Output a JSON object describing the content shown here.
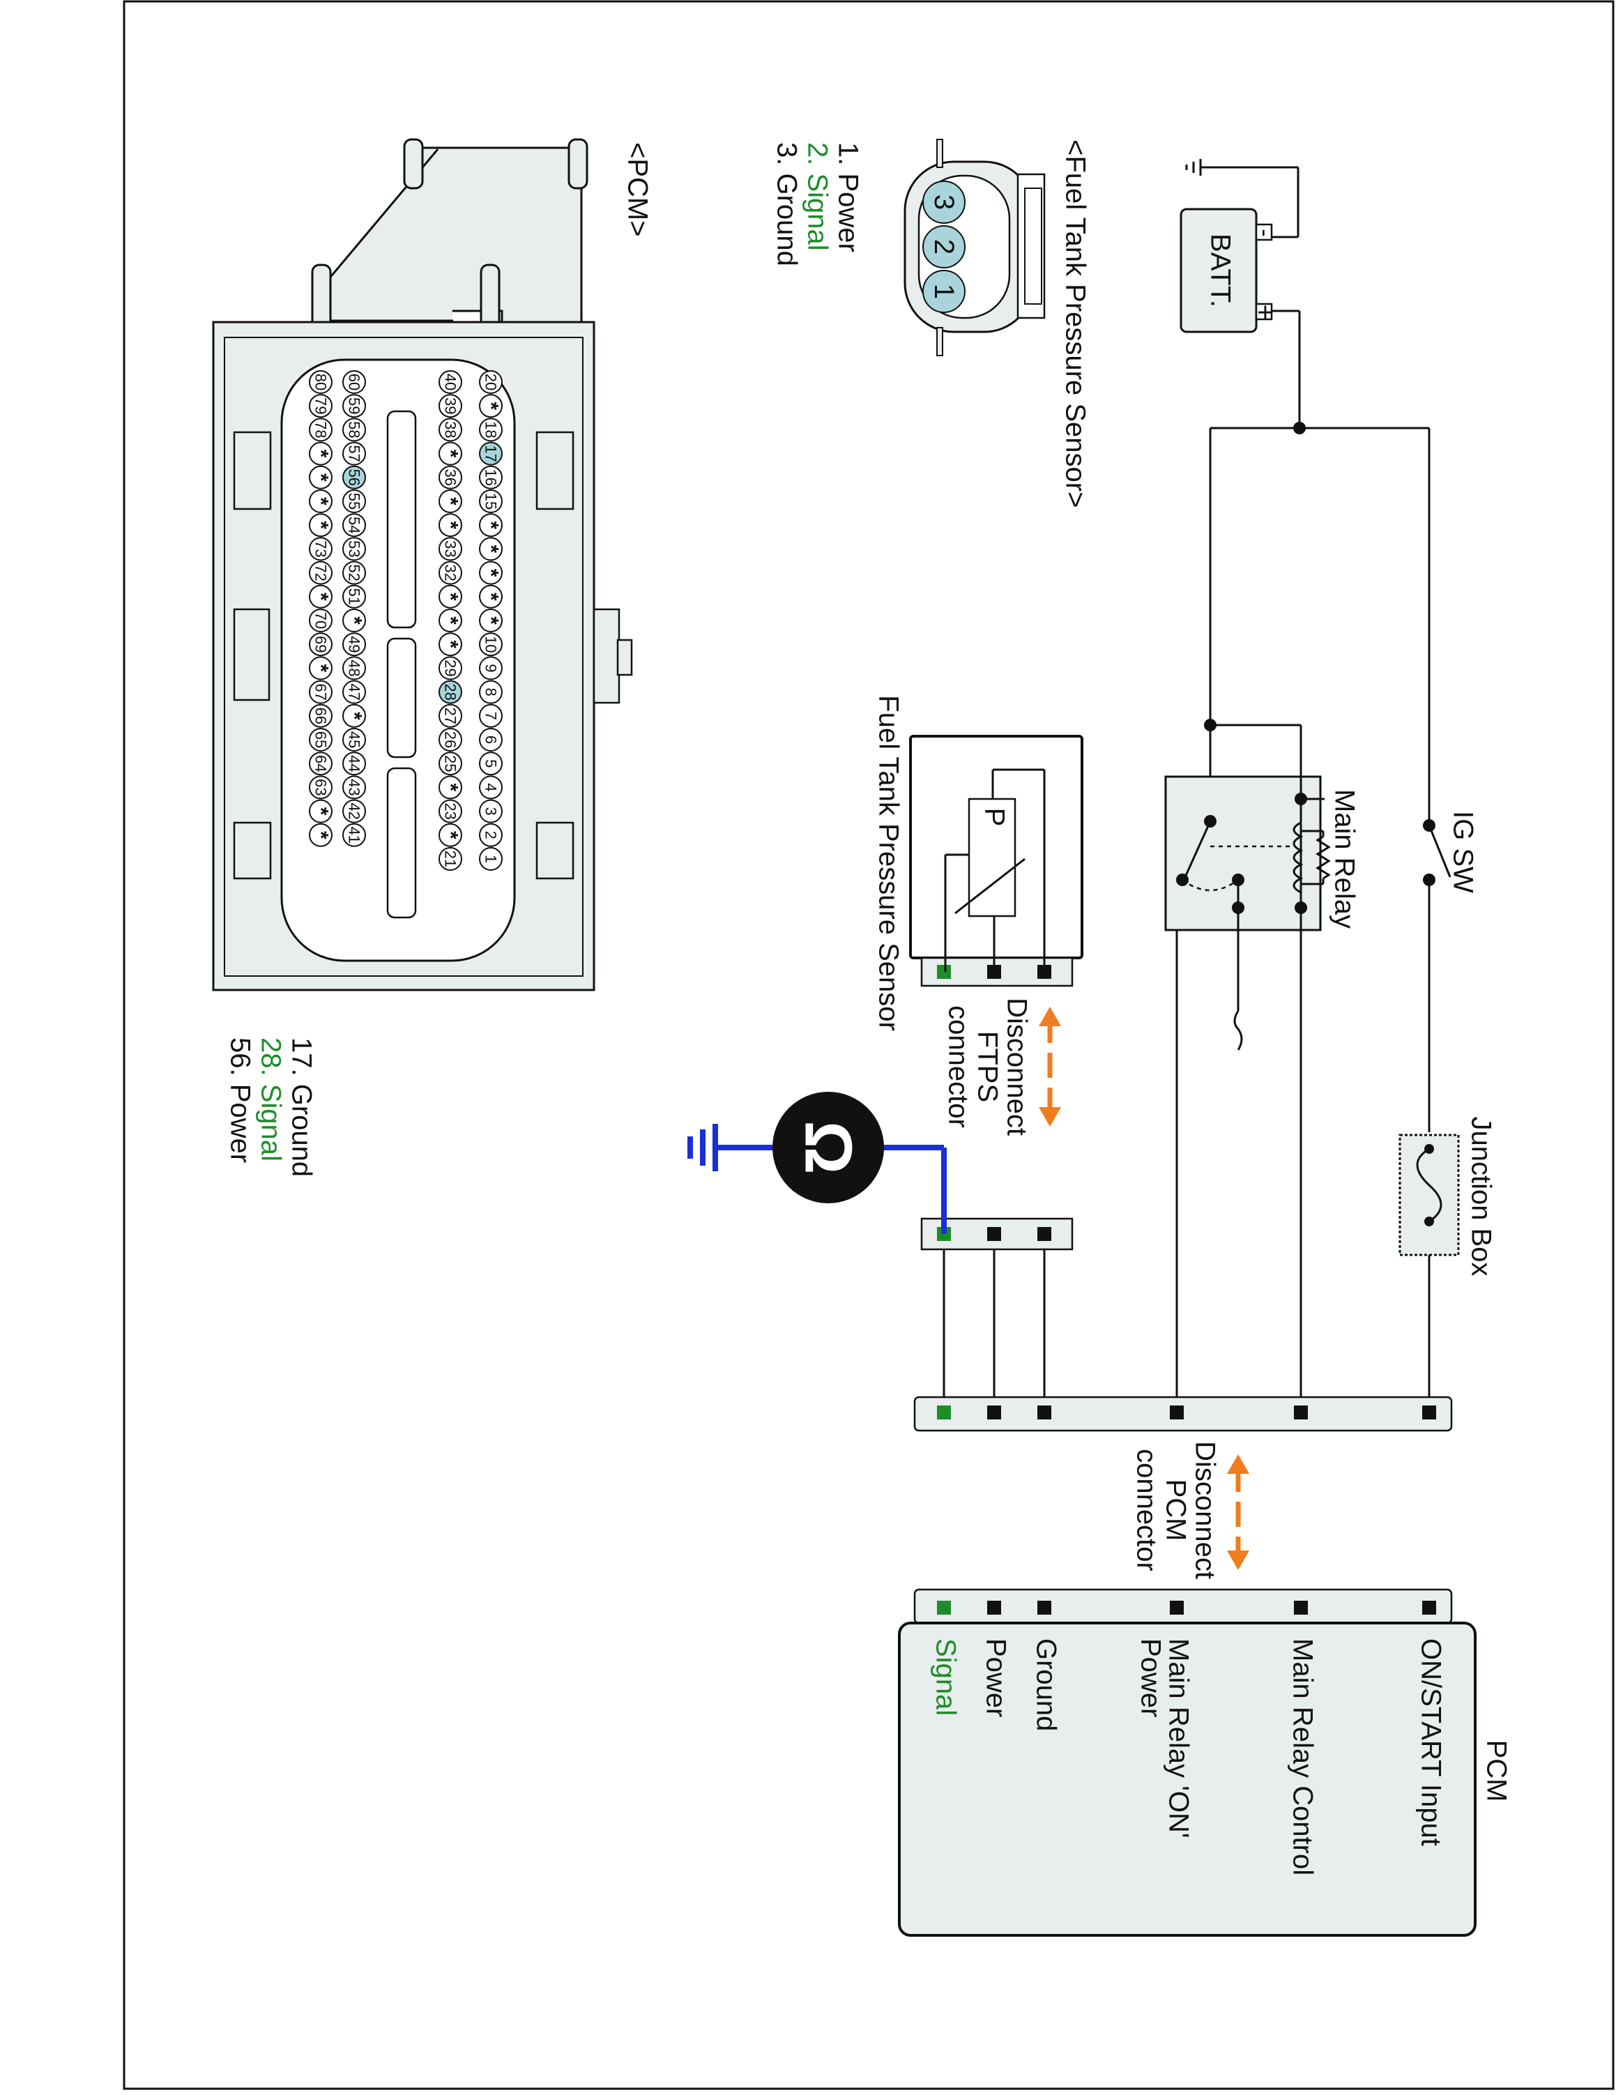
{
  "diagram": {
    "battery": {
      "label": "BATT.",
      "plus": "+",
      "minus": "-"
    },
    "ig_switch": "IG SW",
    "main_relay": "Main Relay",
    "junction_box": "Junction Box",
    "ftps_box_label": "Fuel Tank Pressure Sensor",
    "ftps_box_symbol": "P",
    "disconnect_ftps": [
      "Disconnect",
      "FTPS",
      "connector"
    ],
    "disconnect_pcm": [
      "Disconnect",
      "PCM",
      "connector"
    ],
    "ohm_symbol": "Ω",
    "pcm": {
      "title": "PCM",
      "inputs": [
        {
          "label": "ON/START Input",
          "color": "#111111"
        },
        {
          "label": "Main Relay Control",
          "color": "#111111"
        },
        {
          "label": "Main Relay 'ON'",
          "label2": "Power",
          "color": "#111111"
        },
        {
          "label": "Ground",
          "color": "#111111"
        },
        {
          "label": "Power",
          "color": "#111111"
        },
        {
          "label": "Signal",
          "color": "#1e8c2a"
        }
      ]
    }
  },
  "sensor_connector": {
    "title": "<Fuel Tank Pressure Sensor>",
    "pins": [
      "3",
      "2",
      "1"
    ],
    "legend": [
      {
        "text": "1. Power",
        "color": "#111111"
      },
      {
        "text": "2. Signal",
        "color": "#1e8c2a"
      },
      {
        "text": "3. Ground",
        "color": "#111111"
      }
    ]
  },
  "pcm_connector": {
    "title": "<PCM>",
    "rows": [
      [
        "20",
        "*",
        "18",
        "17",
        "16",
        "15",
        "*",
        "*",
        "*",
        "*",
        "*",
        "10",
        "9",
        "8",
        "7",
        "6",
        "5",
        "4",
        "3",
        "2",
        "1"
      ],
      [
        "40",
        "39",
        "38",
        "*",
        "36",
        "*",
        "*",
        "33",
        "32",
        "*",
        "*",
        "*",
        "29",
        "28",
        "27",
        "26",
        "25",
        "*",
        "23",
        "*",
        "21"
      ],
      [
        "60",
        "59",
        "58",
        "57",
        "56",
        "55",
        "54",
        "53",
        "52",
        "51",
        "*",
        "49",
        "48",
        "47",
        "*",
        "45",
        "44",
        "43",
        "42",
        "41"
      ],
      [
        "80",
        "79",
        "78",
        "*",
        "*",
        "*",
        "*",
        "73",
        "72",
        "*",
        "70",
        "69",
        "*",
        "67",
        "66",
        "65",
        "64",
        "63",
        "*",
        "*"
      ]
    ],
    "highlighted": [
      "17",
      "28",
      "56"
    ],
    "legend": [
      {
        "text": "17. Ground",
        "color": "#111111"
      },
      {
        "text": "28. Signal",
        "color": "#1e8c2a"
      },
      {
        "text": "56. Power",
        "color": "#111111"
      }
    ]
  },
  "colors": {
    "accent_green": "#1e8c2a",
    "ohm_wire_blue": "#1a2fd6",
    "arrow_orange": "#f07d1e",
    "pin_highlight": "#a9d4dc",
    "connector_fill": "#e8eded"
  }
}
